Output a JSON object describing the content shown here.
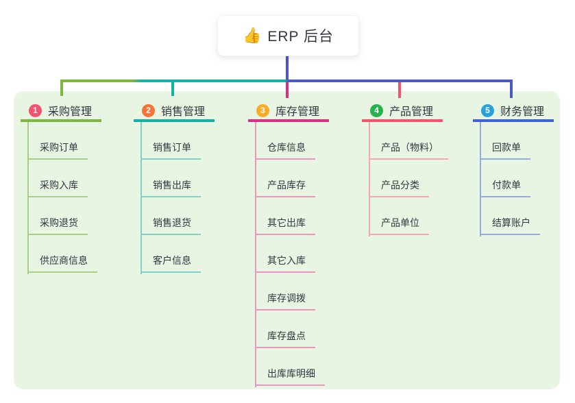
{
  "root": {
    "label": "ERP 后台",
    "icon": "thumbs-up-icon",
    "emoji": "👍"
  },
  "colors": {
    "panel_background": "#e8f5e2",
    "root_connector": "#4b59c6",
    "rail_segments": [
      "#7eb73f",
      "#14b1a6",
      "#4b59c6"
    ],
    "text": "#333740",
    "root_emoji_yellow": "#f2c335"
  },
  "branches": [
    {
      "number": "1",
      "title": "采购管理",
      "badge_color": "#f4516c",
      "accent_color": "#7eb73f",
      "light_color": "#a9cf85",
      "drop_color": "#7eb73f",
      "children": [
        "采购订单",
        "采购入库",
        "采购退货",
        "供应商信息"
      ]
    },
    {
      "number": "2",
      "title": "销售管理",
      "badge_color": "#f77234",
      "accent_color": "#14b1a6",
      "light_color": "#7fd2ca",
      "drop_color": "#14b1a6",
      "children": [
        "销售订单",
        "销售出库",
        "销售退货",
        "客户信息"
      ]
    },
    {
      "number": "3",
      "title": "库存管理",
      "badge_color": "#f9ab27",
      "accent_color": "#da2d86",
      "light_color": "#ef94c0",
      "drop_color": "#da2d86",
      "children": [
        "仓库信息",
        "产品库存",
        "其它出库",
        "其它入库",
        "库存调拨",
        "库存盘点",
        "出库库明细"
      ]
    },
    {
      "number": "4",
      "title": "产品管理",
      "badge_color": "#28b24e",
      "accent_color": "#f2526b",
      "light_color": "#f8a5b0",
      "drop_color": "#f2526b",
      "children": [
        "产品（物料）",
        "产品分类",
        "产品单位"
      ]
    },
    {
      "number": "5",
      "title": "财务管理",
      "badge_color": "#29a2dc",
      "accent_color": "#3f62d9",
      "light_color": "#95a9e4",
      "drop_color": "#4b59c6",
      "children": [
        "回款单",
        "付款单",
        "结算账户"
      ]
    }
  ]
}
